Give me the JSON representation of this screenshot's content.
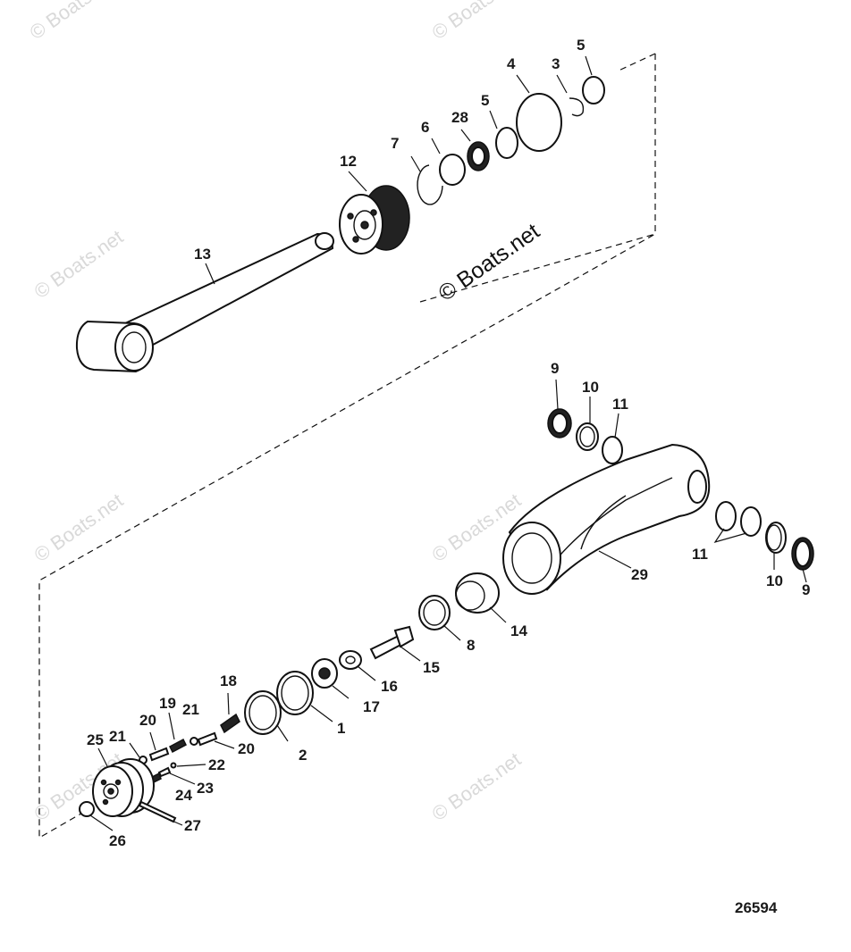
{
  "diagram": {
    "drawing_number": "26594",
    "copyright_text": "© Boats.net",
    "watermark_text": "© Boats.net",
    "callouts": {
      "c1": "1",
      "c2": "2",
      "c3": "3",
      "c4": "4",
      "c5a": "5",
      "c5b": "5",
      "c6": "6",
      "c7": "7",
      "c8": "8",
      "c9a": "9",
      "c9b": "9",
      "c10a": "10",
      "c10b": "10",
      "c11a": "11",
      "c11b": "11",
      "c12": "12",
      "c13": "13",
      "c14": "14",
      "c15": "15",
      "c16": "16",
      "c17": "17",
      "c18": "18",
      "c19": "19",
      "c20a": "20",
      "c20b": "20",
      "c21a": "21",
      "c21b": "21",
      "c22": "22",
      "c23": "23",
      "c24": "24",
      "c25": "25",
      "c26": "26",
      "c27": "27",
      "c28": "28",
      "c29": "29"
    }
  }
}
